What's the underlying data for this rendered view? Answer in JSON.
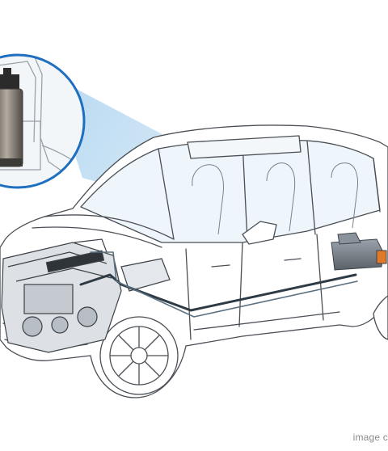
{
  "caption": {
    "credit_text": "image c"
  },
  "diagram": {
    "subject": "car-fuel-system-cutaway",
    "components": [
      "fuel-pump",
      "fuel-tank",
      "fuel-line",
      "engine",
      "car-body"
    ],
    "colors": {
      "outline": "#4a4f55",
      "fuel_line": "#2e3b45",
      "highlight_blue": "#cfe6f5",
      "beam_blue": "#bcdcf2",
      "callout_ring": "#1f6fc0",
      "tank_gray": "#6d757d",
      "tank_connector": "#e07a2a",
      "pump_body": "#7f7a72",
      "pump_cap": "#2b2b2b"
    }
  }
}
